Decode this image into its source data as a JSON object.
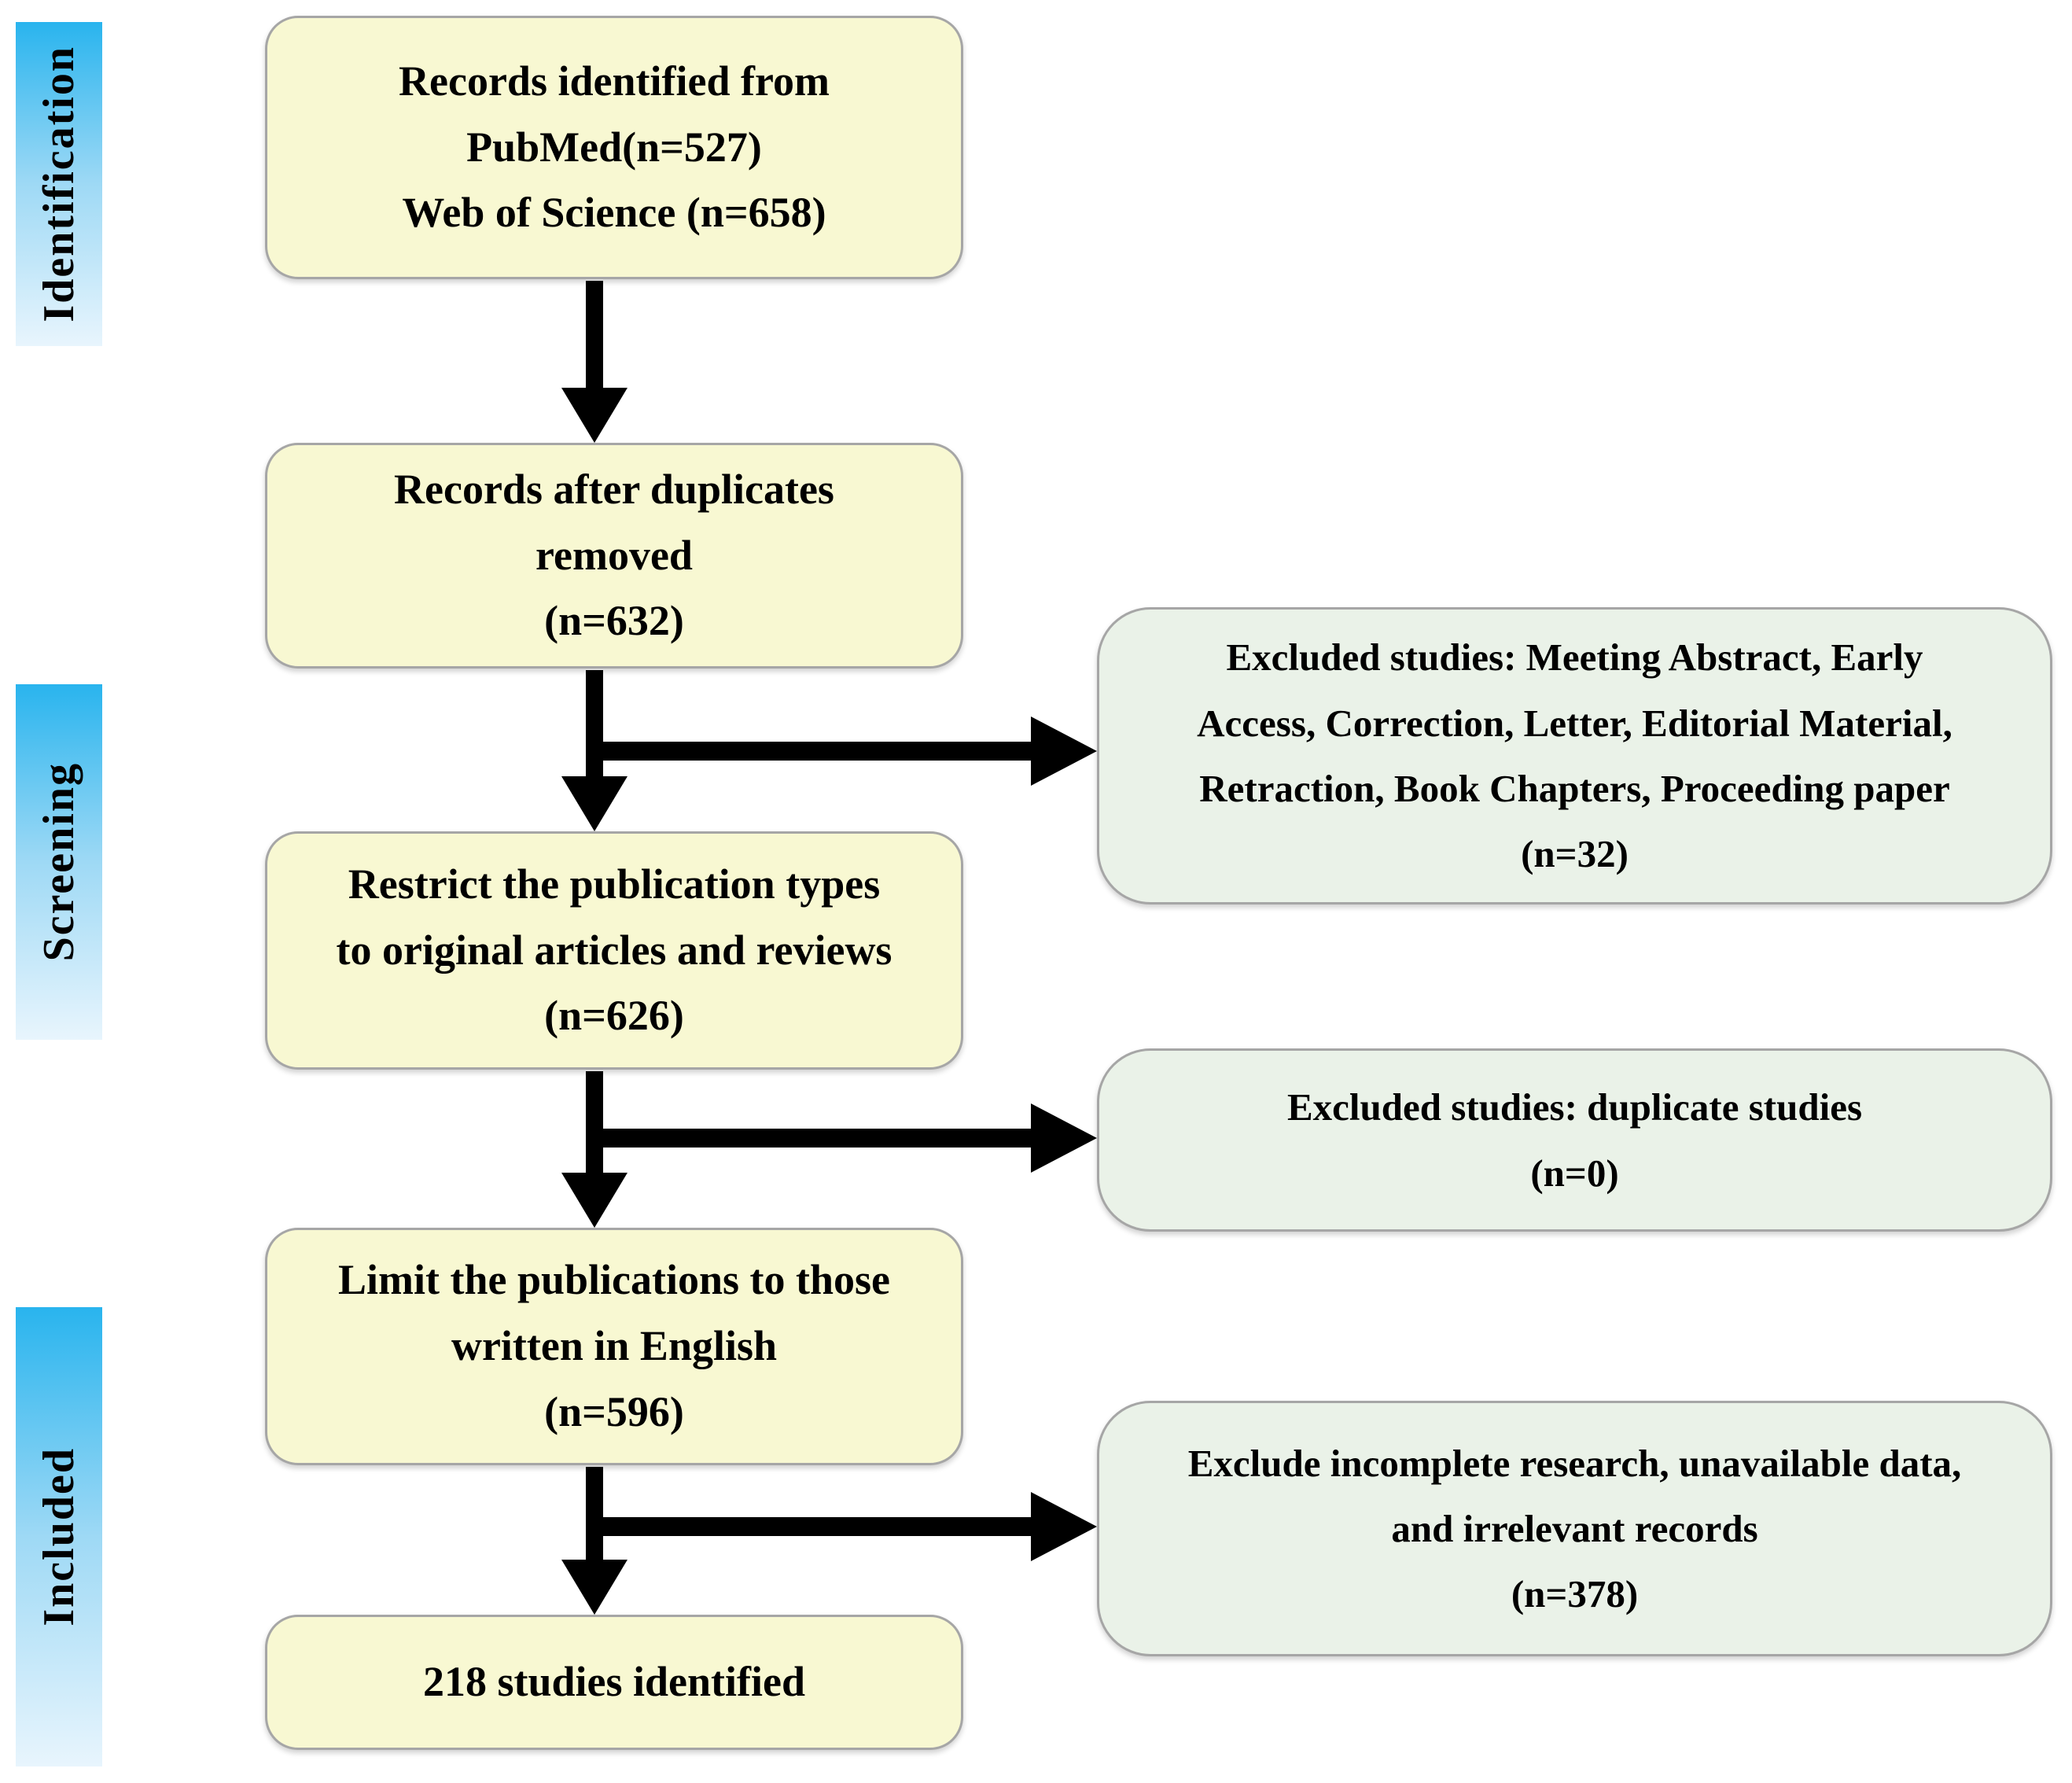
{
  "stages": [
    {
      "label": "Identification"
    },
    {
      "label": "Screening"
    },
    {
      "label": "Included"
    }
  ],
  "main_boxes": [
    {
      "lines": [
        "Records identified from",
        "PubMed(n=527)",
        "Web of Science (n=658)"
      ]
    },
    {
      "lines": [
        "Records after duplicates",
        "removed",
        "(n=632)"
      ]
    },
    {
      "lines": [
        "Restrict the publication types",
        "to original articles and reviews",
        "(n=626)"
      ]
    },
    {
      "lines": [
        "Limit the publications to those",
        "written in English",
        "(n=596)"
      ]
    },
    {
      "lines": [
        "218 studies identified"
      ]
    }
  ],
  "side_boxes": [
    {
      "lines": [
        "Excluded studies: Meeting Abstract, Early",
        "Access, Correction, Letter, Editorial Material,",
        "Retraction, Book Chapters, Proceeding paper",
        "(n=32)"
      ]
    },
    {
      "lines": [
        "Excluded studies: duplicate studies",
        "(n=0)"
      ]
    },
    {
      "lines": [
        "Exclude incomplete research, unavailable data,",
        "and irrelevant records",
        "(n=378)"
      ]
    }
  ],
  "colors": {
    "main_box_fill": "#f8f8d2",
    "side_box_fill": "#eaf2e8",
    "box_border": "#a6a6a6",
    "stage_gradient_top": "#29b4ee",
    "stage_gradient_bottom": "#e8f5fd",
    "arrow_color": "#000000"
  }
}
